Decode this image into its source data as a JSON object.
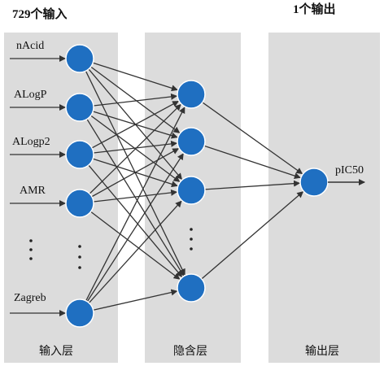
{
  "colors": {
    "panel": "#dcdcdc",
    "node": "#1f6fc1",
    "node_stroke": "#ffffff",
    "line": "#333333",
    "text": "#111111"
  },
  "header": {
    "input_count": "729个输入",
    "output_count": "1个输出"
  },
  "layers": {
    "input_label": "输入层",
    "hidden_label": "隐含层",
    "output_label": "输出层"
  },
  "input_features": [
    "nAcid",
    "ALogP",
    "ALogp2",
    "AMR",
    "Zagreb"
  ],
  "output_feature": "pIC50"
}
